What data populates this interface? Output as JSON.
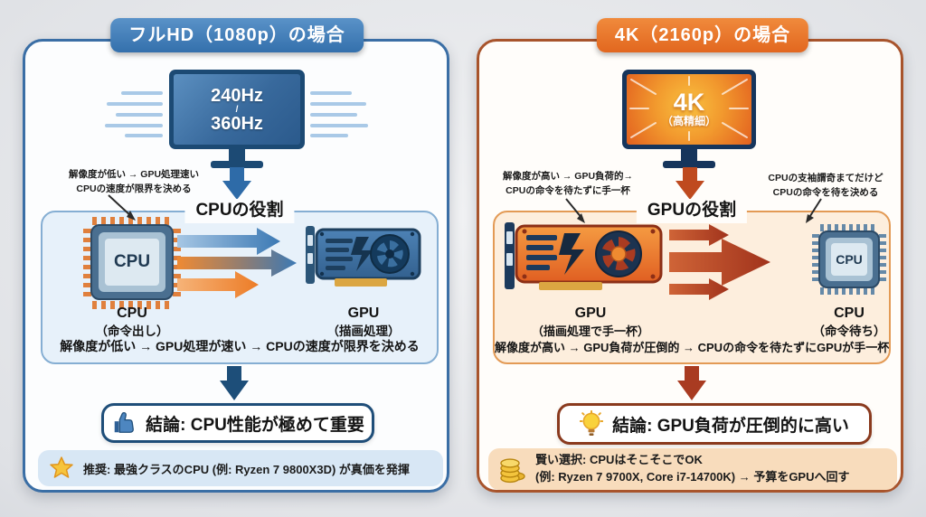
{
  "colors": {
    "left_accent": "#3a6ea5",
    "left_header": "#3f7cb8",
    "left_dark": "#1f4e79",
    "left_box_bg": "#e7f1fa",
    "arrow_blue": "#3c79b4",
    "arrow_orange": "#ee8130",
    "right_accent": "#a8542c",
    "right_header": "#e8762c",
    "right_dark": "#a93b21",
    "right_box_bg": "#fdeedd",
    "gold": "#f2b33d"
  },
  "left_panel": {
    "title": "フルHD（1080p）の場合",
    "monitor": {
      "refresh_top": "240Hz",
      "separator": "/",
      "refresh_bottom": "360Hz"
    },
    "annotation": {
      "line1": "解像度が低い → GPU処理速い",
      "line2": "CPUの速度が限界を決める"
    },
    "section": {
      "title": "CPUの役割",
      "cpu_chip_text": "CPU",
      "cpu_name": "CPU",
      "cpu_role": "（命令出し）",
      "gpu_name": "GPU",
      "gpu_role": "（描画処理）",
      "flow_text": "解像度が低い → GPU処理が速い → CPUの速度が限界を決める"
    },
    "conclusion": "結論: CPU性能が極めて重要",
    "recommendation": "推奨: 最強クラスのCPU (例: Ryzen 7 9800X3D) が真価を発揮"
  },
  "right_panel": {
    "title": "4K（2160p）の場合",
    "monitor": {
      "label": "4K",
      "sublabel": "（高精細）"
    },
    "annotation_left": {
      "line1": "解像度が高い → GPU負荷的→",
      "line2": "CPUの命令を待たずに手一杯"
    },
    "annotation_right": {
      "line1": "CPUの支袖謂奇まてだけど",
      "line2": "CPUの命令を待を決める"
    },
    "section": {
      "title": "GPUの役割",
      "gpu_name": "GPU",
      "gpu_role": "（描画処理で手一杯）",
      "cpu_chip_text": "CPU",
      "cpu_name": "CPU",
      "cpu_role": "（命令待ち）",
      "flow_text": "解像度が高い → GPU負荷が圧倒的 → CPUの命令を待たずにGPUが手一杯"
    },
    "conclusion": "結論: GPU負荷が圧倒的に高い",
    "smart_choice": {
      "line1": "賢い選択: CPUはそこそこでOK",
      "line2": "(例: Ryzen 7 9700X, Core i7-14700K) → 予算をGPUへ回す"
    }
  }
}
